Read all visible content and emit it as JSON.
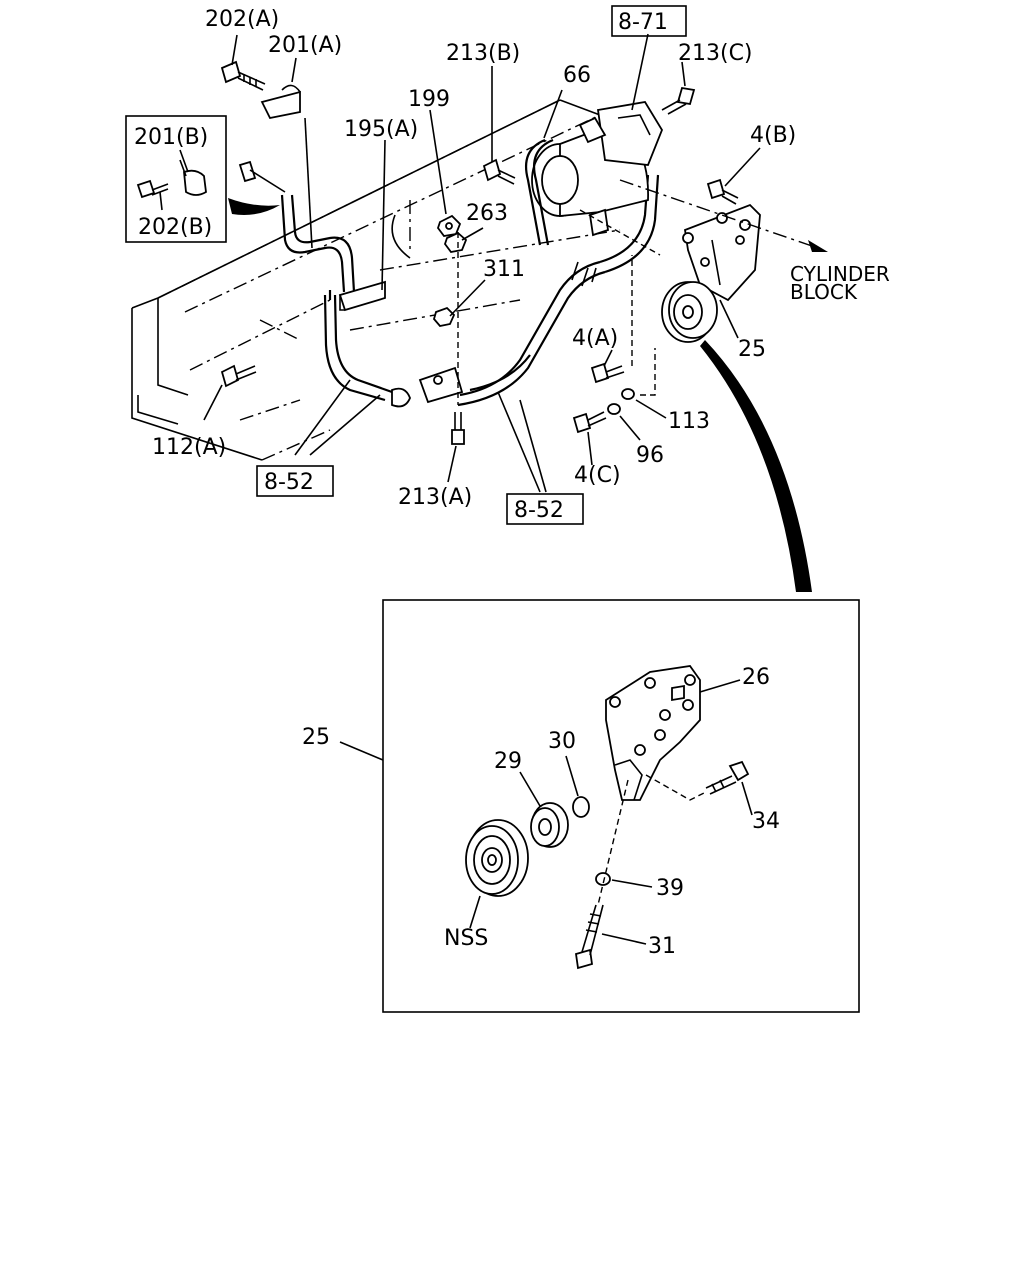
{
  "callouts": {
    "c_202a": "202(A)",
    "c_201a": "201(A)",
    "c_201b": "201(B)",
    "c_202b": "202(B)",
    "c_199": "199",
    "c_195a": "195(A)",
    "c_213b": "213(B)",
    "c_66": "66",
    "c_871": "8-71",
    "c_213c": "213(C)",
    "c_4b": "4(B)",
    "c_263": "263",
    "c_311": "311",
    "c_cyl1": "CYLINDER",
    "c_cyl2": "BLOCK",
    "c_25top": "25",
    "c_4a": "4(A)",
    "c_113": "113",
    "c_96": "96",
    "c_4c": "4(C)",
    "c_112a": "112(A)",
    "c_852a": "8-52",
    "c_213a": "213(A)",
    "c_852b": "8-52",
    "c_25det": "25",
    "c_26": "26",
    "c_29": "29",
    "c_30": "30",
    "c_34": "34",
    "c_39": "39",
    "c_31": "31",
    "c_nss": "NSS"
  }
}
